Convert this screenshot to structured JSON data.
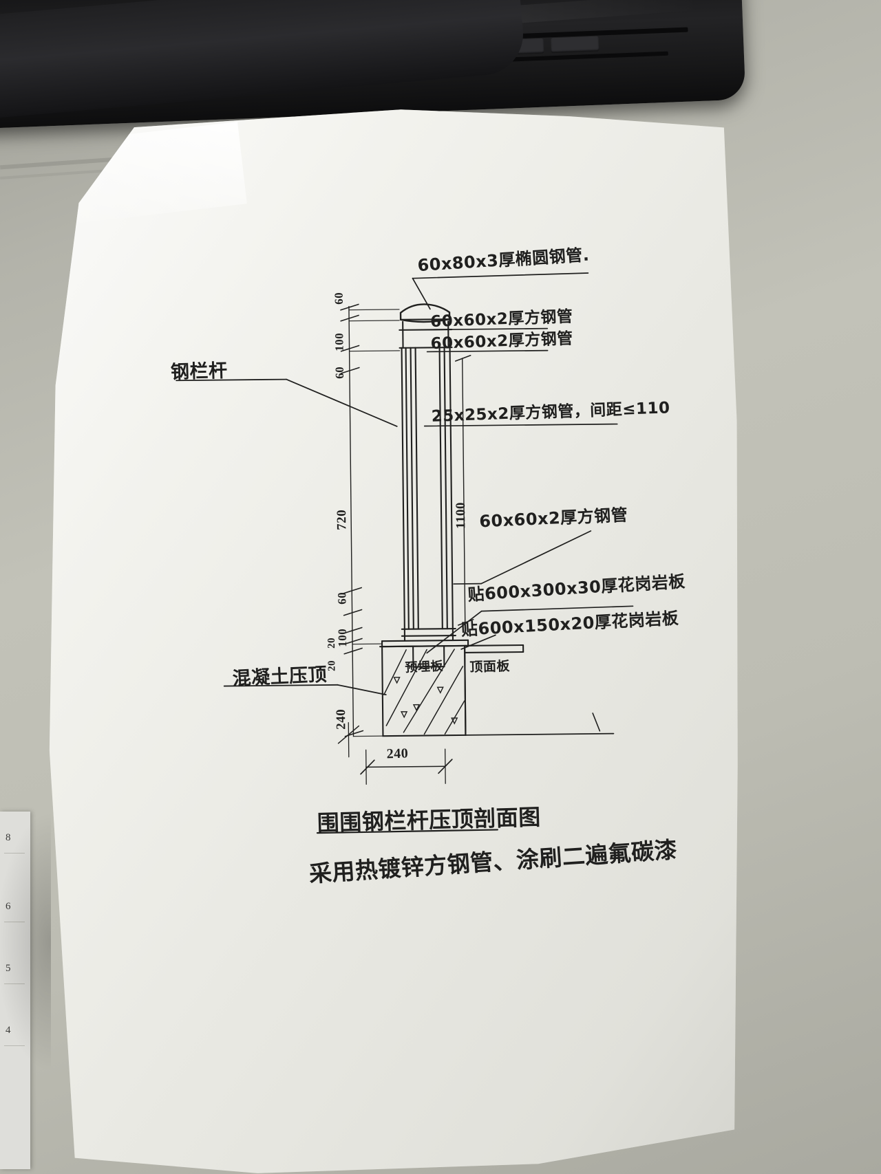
{
  "scene": {
    "description": "photo of hand-drawn architectural detail on white paper",
    "objects": [
      "black-keyboard",
      "desk-surface",
      "paper-sheet",
      "ruled-paper-strip"
    ]
  },
  "drawing": {
    "title_main": "围围钢栏杆压顶剖面图",
    "title_note": "采用热镀锌方钢管、涂刷二遍氟碳漆",
    "left_label_railing": "钢栏杆",
    "left_label_concrete": "混凝土压顶",
    "annotations": [
      {
        "id": "a1",
        "text": "60x80x3厚椭圆钢管."
      },
      {
        "id": "a2",
        "text": "60x60x2厚方钢管"
      },
      {
        "id": "a3",
        "text": "60x60x2厚方钢管"
      },
      {
        "id": "a4",
        "text": "25x25x2厚方钢管，间距≤110"
      },
      {
        "id": "a5",
        "text": "60x60x2厚方钢管"
      },
      {
        "id": "a6",
        "text": "贴600x300x30厚花岗岩板"
      },
      {
        "id": "a7",
        "text": "贴600x150x20厚花岗岩板"
      }
    ],
    "inline_labels": [
      {
        "id": "b1",
        "text": "预埋板"
      },
      {
        "id": "b2",
        "text": "顶面板"
      }
    ],
    "dimensions": {
      "d_60_top": "60",
      "d_100_top": "100",
      "d_60_top2": "60",
      "d_720": "720",
      "d_1100": "1100",
      "d_60_low": "60",
      "d_100_low": "100",
      "d_20_a": "20",
      "d_20_b": "20",
      "d_240_v": "240",
      "d_240_h": "240"
    }
  },
  "strip": {
    "numbers": [
      "8",
      "6",
      "5",
      "4"
    ]
  },
  "colors": {
    "ink": "#20201f",
    "paper": "#e9e9e3",
    "desk": "#b3b3aa",
    "keyboard": "#1a1a1c"
  }
}
